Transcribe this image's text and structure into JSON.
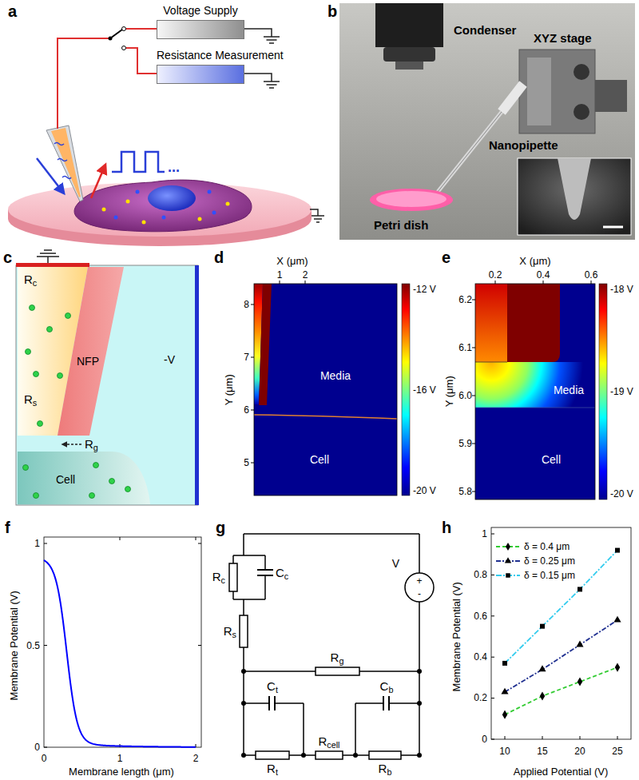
{
  "diagram": {
    "nodes": [
      {
        "text": [
          "Voltage Supply"
        ]
      },
      {
        "text": [
          "Resistance Measurement"
        ]
      }
    ],
    "labels": [
      "a",
      "...",
      "b",
      "Condenser",
      "XYZ stage",
      "Nanopipette",
      "Petri dish",
      "c",
      "Rc",
      "NFP",
      "Rs",
      "Rg",
      "Cell",
      "-V",
      "d",
      "X (μm)",
      "1",
      "2",
      "Y (μm)",
      "8",
      "7",
      "6",
      "5",
      "Media",
      "Cell",
      "-12 V",
      "-16 V",
      "-20 V",
      "e",
      "X (μm)",
      "0.2",
      "0.4",
      "0.6",
      "Y (μm)",
      "6.2",
      "6.1",
      "6.0",
      "5.9",
      "5.8",
      "Media",
      "Cell",
      "-18 V",
      "-19 V",
      "-20 V",
      "f",
      "Membrane Potential (V)",
      "Membrane length (μm)",
      "1",
      "0.5",
      "0",
      "0",
      "1",
      "2",
      "g",
      "Rc",
      "Cc",
      "Rs",
      "V",
      "+",
      "-",
      "Rg",
      "Ct",
      "Cb",
      "Rcell",
      "Rt",
      "Rb",
      "h",
      "Membrane Potential (V)",
      "Applied Potential (V)",
      "0",
      "0.2",
      "0.4",
      "0.6",
      "0.8",
      "1",
      "10",
      "15",
      "20",
      "25"
    ],
    "legend": [
      {
        "text": "δ = 0.4 μm"
      },
      {
        "text": "δ = 0.25 μm"
      },
      {
        "text": "δ = 0.15 μm"
      }
    ]
  }
}
